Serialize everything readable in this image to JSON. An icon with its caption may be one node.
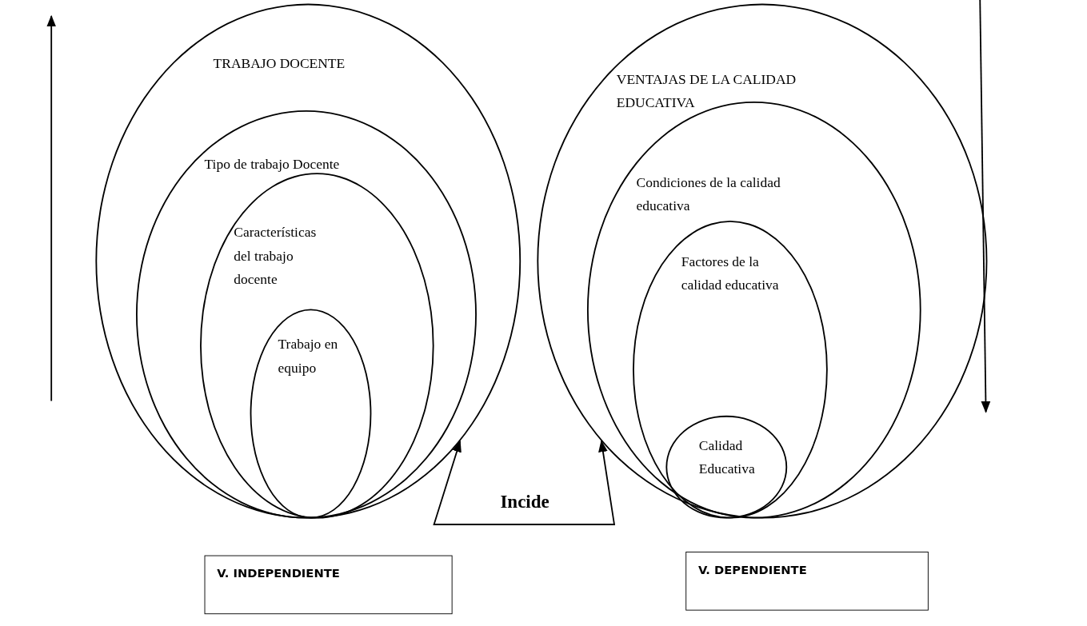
{
  "diagram": {
    "nodes": [
      {
        "text": [
          "TRABAJO DOCENTE"
        ]
      },
      {
        "text": [
          "Tipo de trabajo Docente"
        ],
        "in": 0
      },
      {
        "text": [
          "Características del trabajo docente"
        ],
        "in": 1
      },
      {
        "text": [
          "Trabajo en equipo"
        ],
        "in": 2
      },
      {
        "text": [
          "VENTAJAS  DE LA CALIDAD EDUCATIVA"
        ]
      },
      {
        "text": [
          "Condiciones de la calidad educativa"
        ],
        "in": 4
      },
      {
        "text": [
          "Factores de la calidad educativa"
        ],
        "in": 5
      },
      {
        "text": [
          "Calidad Educativa"
        ],
        "in": 6
      },
      {
        "text": [
          "V. INDEPENDIENTE"
        ]
      },
      {
        "text": [
          "V. DEPENDIENTE"
        ]
      }
    ],
    "edges": [
      {
        "from": 0,
        "to": 4,
        "arrow": "both",
        "label": "Incide"
      }
    ]
  }
}
